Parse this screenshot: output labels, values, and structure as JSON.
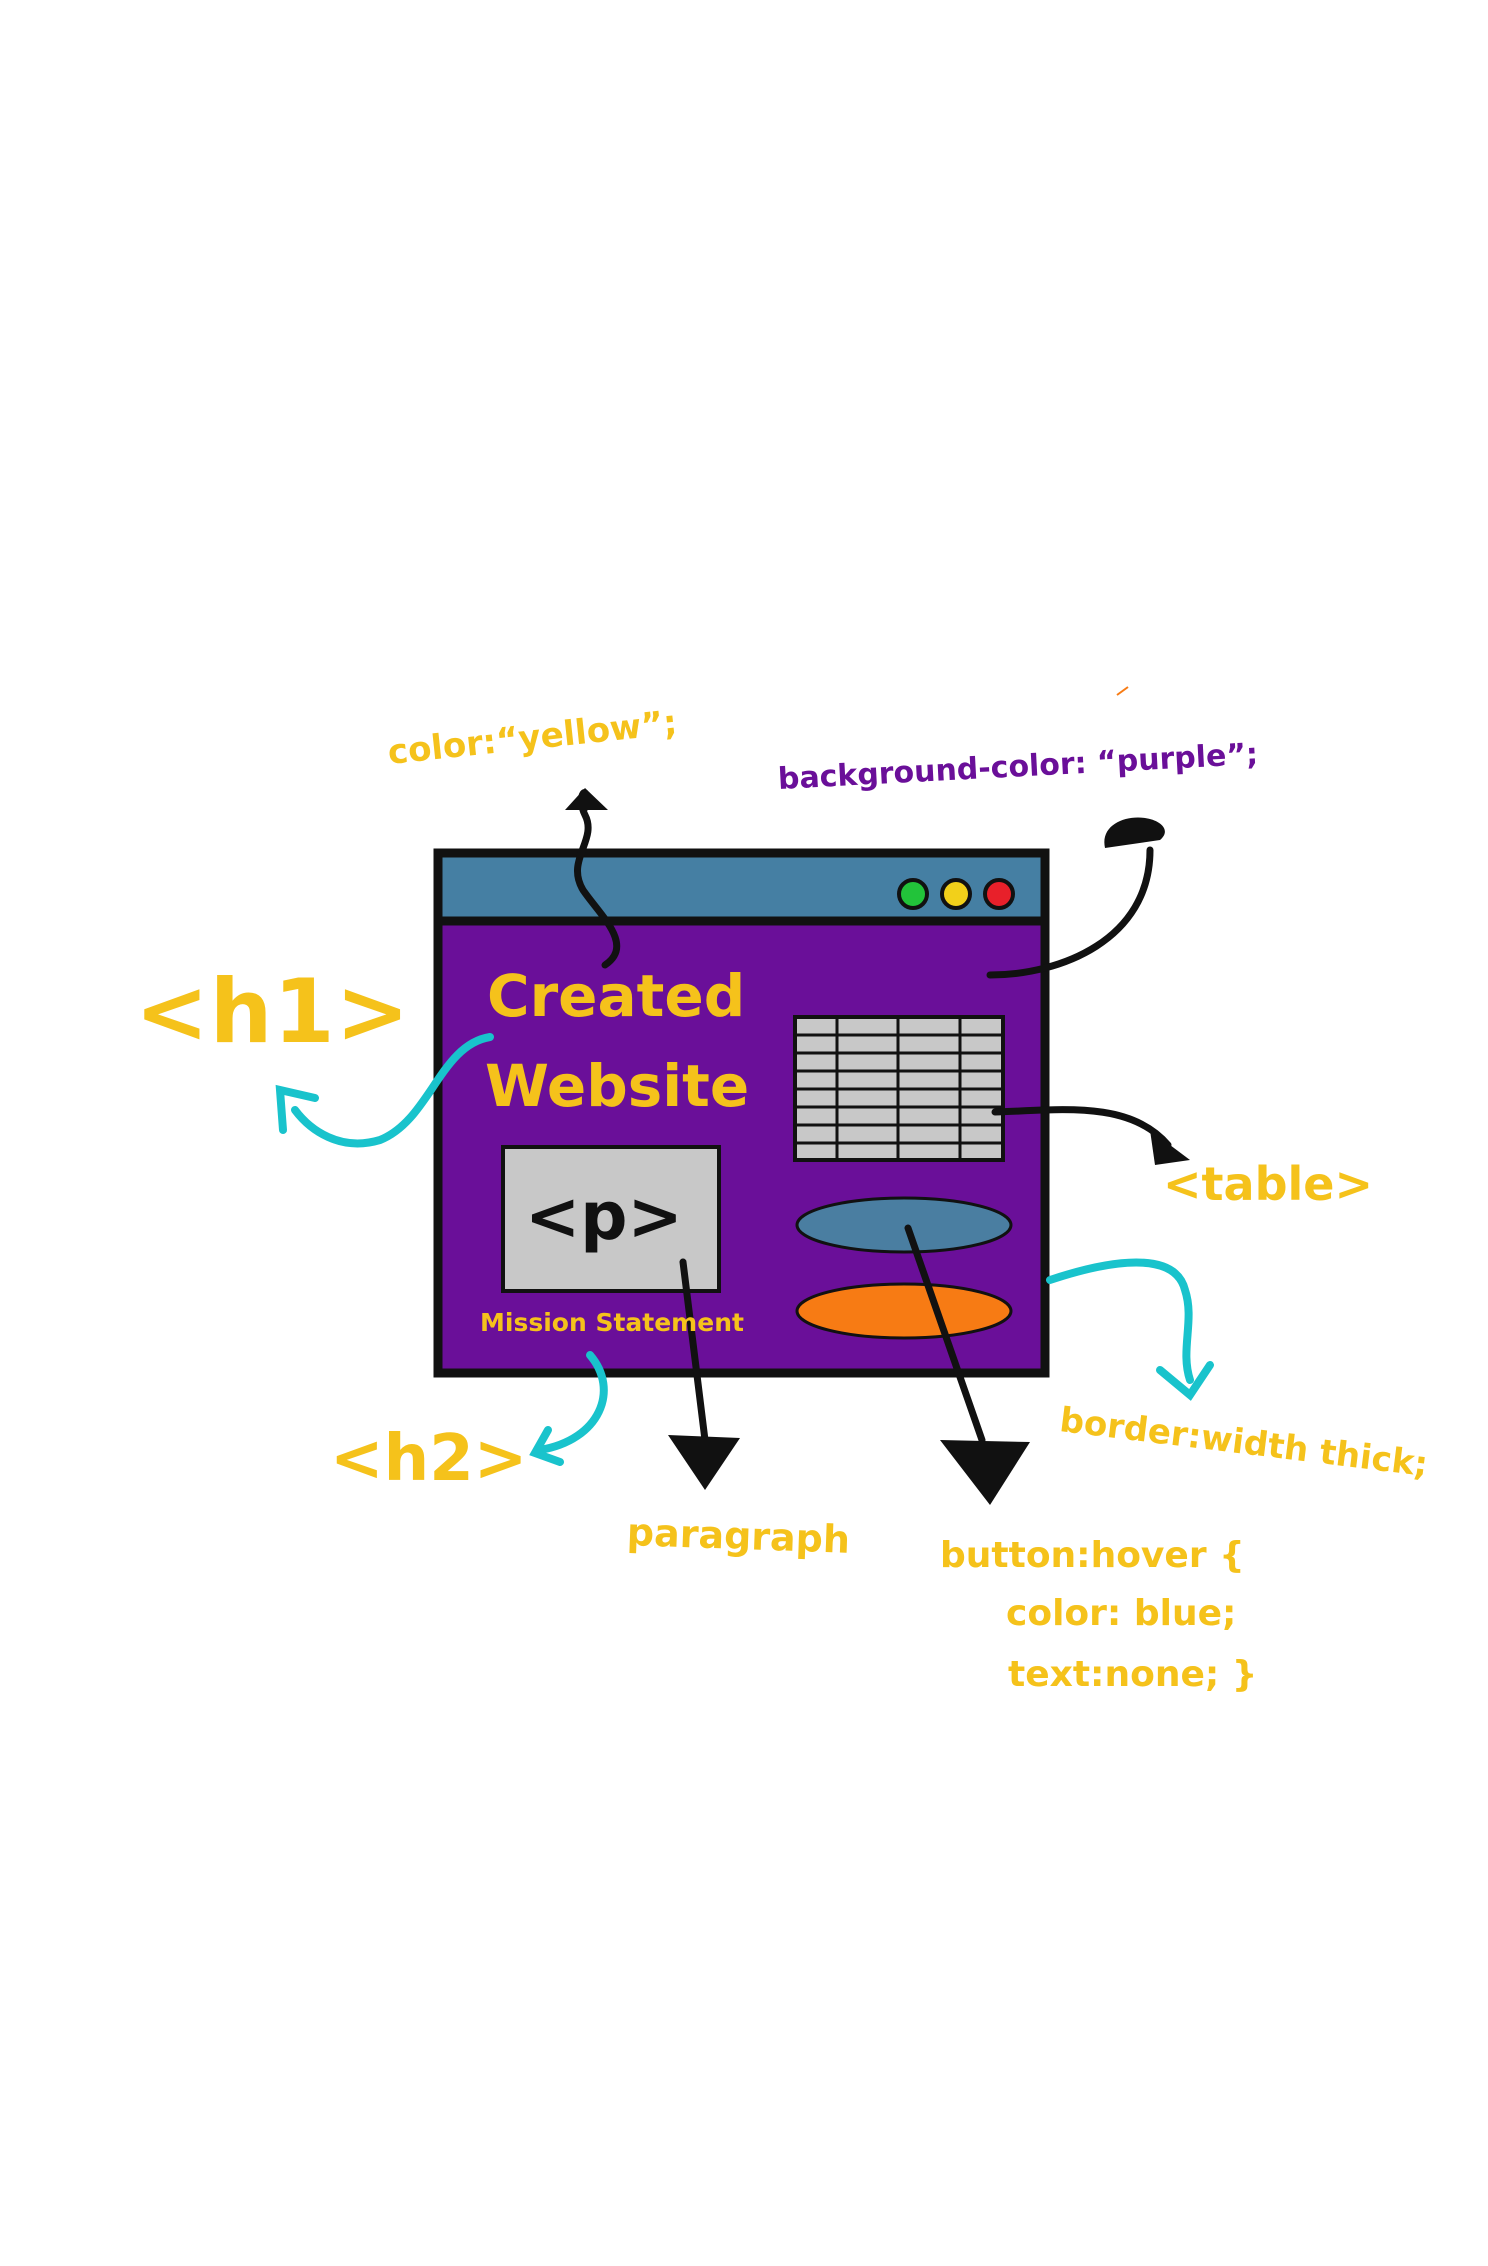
{
  "window": {
    "h1_line1": "Created",
    "h1_line2": "Website",
    "p_tag": "<p>",
    "h2_text": "Mission Statement",
    "dots": [
      "green",
      "yellow",
      "red"
    ]
  },
  "annotations": {
    "color_rule": "color:“yellow”;",
    "background_rule": "background-color: “purple”;",
    "h1_tag": "<h1>",
    "table_tag": "<table>",
    "border_rule": "border:width thick;",
    "h2_tag": "<h2>",
    "paragraph": "paragraph",
    "hover_line1": "button:hover {",
    "hover_line2": "color: blue;",
    "hover_line3": "text:none; }"
  },
  "colors": {
    "yellow": "#f5c21b",
    "purple": "#6a0f99",
    "titlebar": "#457fa3",
    "outline": "#111111",
    "cyan": "#19c3cc",
    "table_gray": "#c8c8c8",
    "btn_blue": "#4a7ea1",
    "btn_orange": "#f77b14",
    "dot_green": "#22c33a",
    "dot_yellow": "#f2d01a",
    "dot_red": "#e8202a"
  }
}
